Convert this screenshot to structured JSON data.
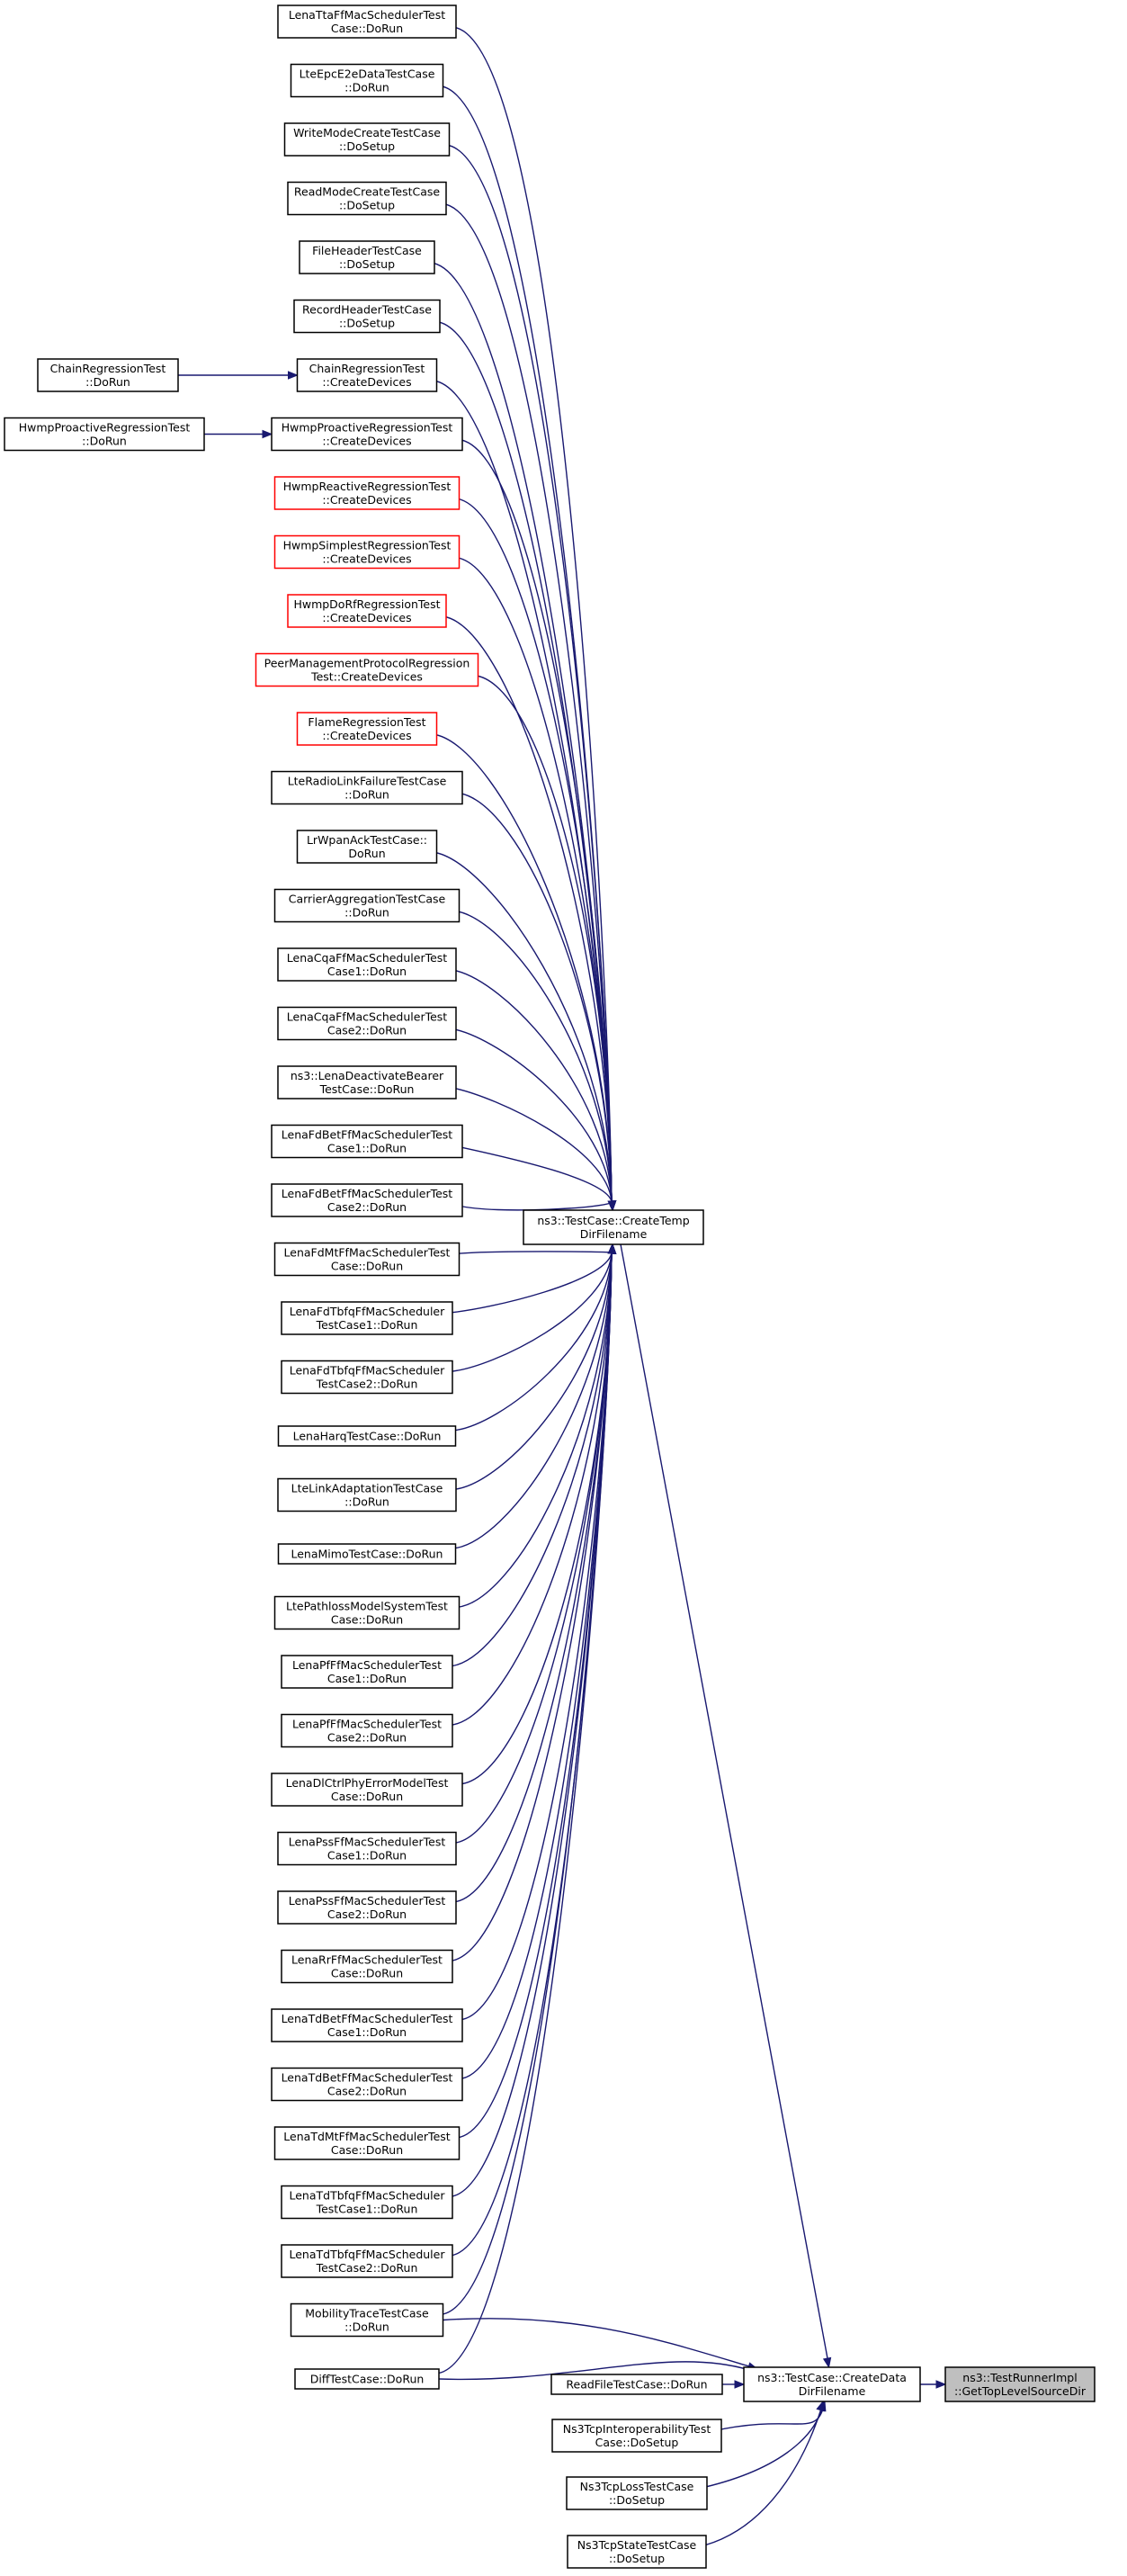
{
  "target": {
    "lines": [
      "ns3::TestRunnerImpl",
      "::GetTopLevelSourceDir"
    ],
    "style": "grey"
  },
  "create_data_dir": {
    "lines": [
      "ns3::TestCase::CreateData",
      "DirFilename"
    ]
  },
  "create_temp_dir": {
    "lines": [
      "ns3::TestCase::CreateTemp",
      "DirFilename"
    ]
  },
  "temp_callers": [
    {
      "lines": [
        "LenaTtaFfMacSchedulerTest",
        "Case::DoRun"
      ]
    },
    {
      "lines": [
        "LteEpcE2eDataTestCase",
        "::DoRun"
      ]
    },
    {
      "lines": [
        "WriteModeCreateTestCase",
        "::DoSetup"
      ]
    },
    {
      "lines": [
        "ReadModeCreateTestCase",
        "::DoSetup"
      ]
    },
    {
      "lines": [
        "FileHeaderTestCase",
        "::DoSetup"
      ]
    },
    {
      "lines": [
        "RecordHeaderTestCase",
        "::DoSetup"
      ]
    },
    {
      "lines": [
        "ChainRegressionTest",
        "::CreateDevices"
      ]
    },
    {
      "lines": [
        "HwmpProactiveRegressionTest",
        "::CreateDevices"
      ]
    },
    {
      "lines": [
        "HwmpReactiveRegressionTest",
        "::CreateDevices"
      ],
      "style": "red"
    },
    {
      "lines": [
        "HwmpSimplestRegressionTest",
        "::CreateDevices"
      ],
      "style": "red"
    },
    {
      "lines": [
        "HwmpDoRfRegressionTest",
        "::CreateDevices"
      ],
      "style": "red"
    },
    {
      "lines": [
        "PeerManagementProtocolRegression",
        "Test::CreateDevices"
      ],
      "style": "red"
    },
    {
      "lines": [
        "FlameRegressionTest",
        "::CreateDevices"
      ],
      "style": "red"
    },
    {
      "lines": [
        "LteRadioLinkFailureTestCase",
        "::DoRun"
      ]
    },
    {
      "lines": [
        "LrWpanAckTestCase::",
        "DoRun"
      ]
    },
    {
      "lines": [
        "CarrierAggregationTestCase",
        "::DoRun"
      ]
    },
    {
      "lines": [
        "LenaCqaFfMacSchedulerTest",
        "Case1::DoRun"
      ]
    },
    {
      "lines": [
        "LenaCqaFfMacSchedulerTest",
        "Case2::DoRun"
      ]
    },
    {
      "lines": [
        "ns3::LenaDeactivateBearer",
        "TestCase::DoRun"
      ]
    },
    {
      "lines": [
        "LenaFdBetFfMacSchedulerTest",
        "Case1::DoRun"
      ]
    },
    {
      "lines": [
        "LenaFdBetFfMacSchedulerTest",
        "Case2::DoRun"
      ]
    },
    {
      "lines": [
        "LenaFdMtFfMacSchedulerTest",
        "Case::DoRun"
      ]
    },
    {
      "lines": [
        "LenaFdTbfqFfMacScheduler",
        "TestCase1::DoRun"
      ]
    },
    {
      "lines": [
        "LenaFdTbfqFfMacScheduler",
        "TestCase2::DoRun"
      ]
    },
    {
      "lines": [
        "LenaHarqTestCase::DoRun"
      ]
    },
    {
      "lines": [
        "LteLinkAdaptationTestCase",
        "::DoRun"
      ]
    },
    {
      "lines": [
        "LenaMimoTestCase::DoRun"
      ]
    },
    {
      "lines": [
        "LtePathlossModelSystemTest",
        "Case::DoRun"
      ]
    },
    {
      "lines": [
        "LenaPfFfMacSchedulerTest",
        "Case1::DoRun"
      ]
    },
    {
      "lines": [
        "LenaPfFfMacSchedulerTest",
        "Case2::DoRun"
      ]
    },
    {
      "lines": [
        "LenaDlCtrlPhyErrorModelTest",
        "Case::DoRun"
      ]
    },
    {
      "lines": [
        "LenaPssFfMacSchedulerTest",
        "Case1::DoRun"
      ]
    },
    {
      "lines": [
        "LenaPssFfMacSchedulerTest",
        "Case2::DoRun"
      ]
    },
    {
      "lines": [
        "LenaRrFfMacSchedulerTest",
        "Case::DoRun"
      ]
    },
    {
      "lines": [
        "LenaTdBetFfMacSchedulerTest",
        "Case1::DoRun"
      ]
    },
    {
      "lines": [
        "LenaTdBetFfMacSchedulerTest",
        "Case2::DoRun"
      ]
    },
    {
      "lines": [
        "LenaTdMtFfMacSchedulerTest",
        "Case::DoRun"
      ]
    },
    {
      "lines": [
        "LenaTdTbfqFfMacScheduler",
        "TestCase1::DoRun"
      ]
    },
    {
      "lines": [
        "LenaTdTbfqFfMacScheduler",
        "TestCase2::DoRun"
      ]
    },
    {
      "lines": [
        "MobilityTraceTestCase",
        "::DoRun"
      ]
    },
    {
      "lines": [
        "DiffTestCase::DoRun"
      ]
    }
  ],
  "data_callers": [
    {
      "lines": [
        "ReadFileTestCase::DoRun"
      ]
    },
    {
      "lines": [
        "Ns3TcpInteroperabilityTest",
        "Case::DoSetup"
      ]
    },
    {
      "lines": [
        "Ns3TcpLossTestCase",
        "::DoSetup"
      ]
    },
    {
      "lines": [
        "Ns3TcpStateTestCase",
        "::DoSetup"
      ]
    }
  ],
  "left_callers": [
    {
      "lines": [
        "ChainRegressionTest",
        "::DoRun"
      ],
      "calls": 6
    },
    {
      "lines": [
        "HwmpProactiveRegressionTest",
        "::DoRun"
      ],
      "calls": 7
    }
  ]
}
